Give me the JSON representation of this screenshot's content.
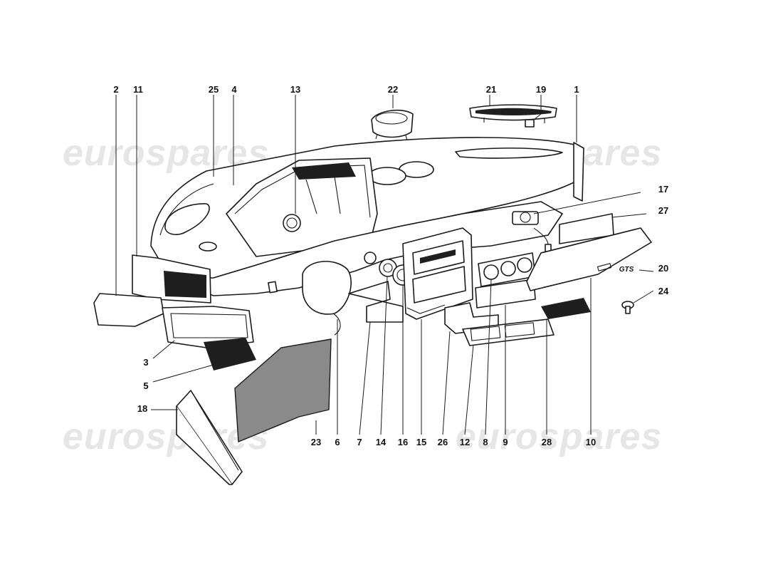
{
  "watermark": {
    "text": "eurospares",
    "color": "#e6e6e6"
  },
  "callouts": [
    {
      "id": "c2",
      "label": "2"
    },
    {
      "id": "c11",
      "label": "11"
    },
    {
      "id": "c25",
      "label": "25"
    },
    {
      "id": "c4",
      "label": "4"
    },
    {
      "id": "c13",
      "label": "13"
    },
    {
      "id": "c22",
      "label": "22"
    },
    {
      "id": "c21",
      "label": "21"
    },
    {
      "id": "c19",
      "label": "19"
    },
    {
      "id": "c1",
      "label": "1"
    },
    {
      "id": "c17",
      "label": "17"
    },
    {
      "id": "c27",
      "label": "27"
    },
    {
      "id": "c20",
      "label": "20"
    },
    {
      "id": "c24",
      "label": "24"
    },
    {
      "id": "c3",
      "label": "3"
    },
    {
      "id": "c5",
      "label": "5"
    },
    {
      "id": "c18",
      "label": "18"
    },
    {
      "id": "c23",
      "label": "23"
    },
    {
      "id": "c6",
      "label": "6"
    },
    {
      "id": "c7",
      "label": "7"
    },
    {
      "id": "c14",
      "label": "14"
    },
    {
      "id": "c16",
      "label": "16"
    },
    {
      "id": "c15",
      "label": "15"
    },
    {
      "id": "c26",
      "label": "26"
    },
    {
      "id": "c12",
      "label": "12"
    },
    {
      "id": "c8",
      "label": "8"
    },
    {
      "id": "c9",
      "label": "9"
    },
    {
      "id": "c28",
      "label": "28"
    },
    {
      "id": "c10",
      "label": "10"
    }
  ],
  "badge_text": "GTS"
}
